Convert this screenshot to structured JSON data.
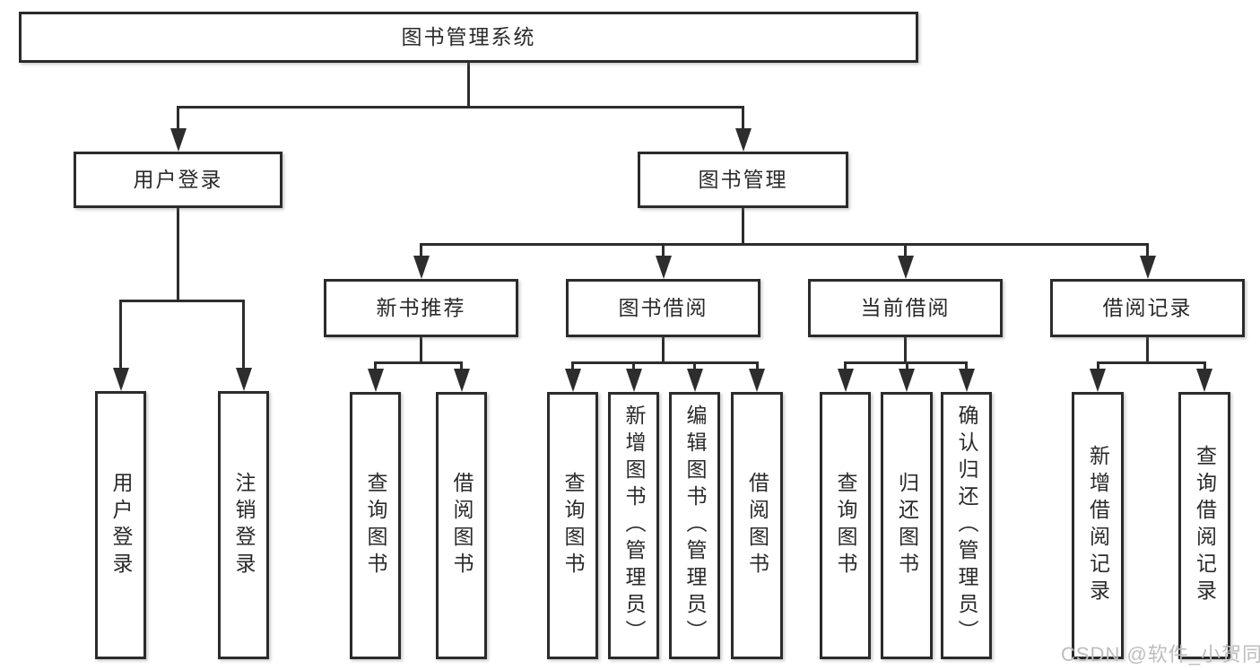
{
  "diagram": {
    "title": "图书管理系统",
    "watermark": "CSDN @软件_小贺同学",
    "colors": {
      "line": "#2d2d2d",
      "border": "#2b2b2b",
      "background": "#ffffff",
      "text": "#2a2a2a",
      "watermark": "#bdbdbd"
    },
    "root": {
      "id": "root",
      "label": "图书管理系统",
      "children": [
        {
          "id": "user-login",
          "label": "用户登录",
          "children": [
            {
              "id": "login",
              "label": "用户登录",
              "vertical": true
            },
            {
              "id": "logout",
              "label": "注销登录",
              "vertical": true
            }
          ]
        },
        {
          "id": "book-mgmt",
          "label": "图书管理",
          "children": [
            {
              "id": "new-book-rec",
              "label": "新书推荐",
              "children": [
                {
                  "id": "query-books-1",
                  "label": "查询图书",
                  "vertical": true
                },
                {
                  "id": "borrow-books-1",
                  "label": "借阅图书",
                  "vertical": true
                }
              ]
            },
            {
              "id": "book-borrow",
              "label": "图书借阅",
              "children": [
                {
                  "id": "query-books-2",
                  "label": "查询图书",
                  "vertical": true
                },
                {
                  "id": "add-book",
                  "label": "新增图书（管理员）",
                  "vertical": true
                },
                {
                  "id": "edit-book",
                  "label": "编辑图书（管理员）",
                  "vertical": true
                },
                {
                  "id": "borrow-books-2",
                  "label": "借阅图书",
                  "vertical": true
                }
              ]
            },
            {
              "id": "current-borrow",
              "label": "当前借阅",
              "children": [
                {
                  "id": "query-books-3",
                  "label": "查询图书",
                  "vertical": true
                },
                {
                  "id": "return-book",
                  "label": "归还图书",
                  "vertical": true
                },
                {
                  "id": "confirm-return",
                  "label": "确认归还（管理员）",
                  "vertical": true
                }
              ]
            },
            {
              "id": "borrow-records",
              "label": "借阅记录",
              "children": [
                {
                  "id": "add-borrow-record",
                  "label": "新增借阅记录",
                  "vertical": true
                },
                {
                  "id": "query-borrow-record",
                  "label": "查询借阅记录",
                  "vertical": true
                }
              ]
            }
          ]
        }
      ]
    }
  }
}
